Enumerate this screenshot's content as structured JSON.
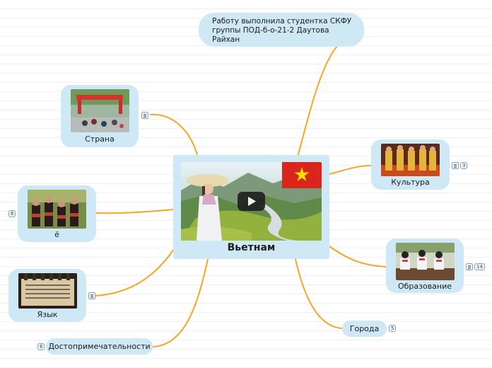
{
  "central": {
    "title": "Вьетнам"
  },
  "nodes": {
    "author": "Работу выполнила студентка СКФУ группы ПОД-б-о-21-2 Даутова Райхан",
    "country": "Страна",
    "culture": "Культура",
    "yo": "ё",
    "education": "Образование",
    "language": "Язык",
    "cities": "Города",
    "sights": "Достопримечательности"
  },
  "counts": {
    "culture": "3",
    "yo": "6",
    "education": "14",
    "cities": "5",
    "sights": "6"
  },
  "colors": {
    "branch": "#f5a623",
    "node_bg": "#cfe8f5",
    "flag_red": "#da251d",
    "flag_star": "#ffde00"
  },
  "icons": [
    "play-icon",
    "note-icon",
    "star-icon"
  ]
}
